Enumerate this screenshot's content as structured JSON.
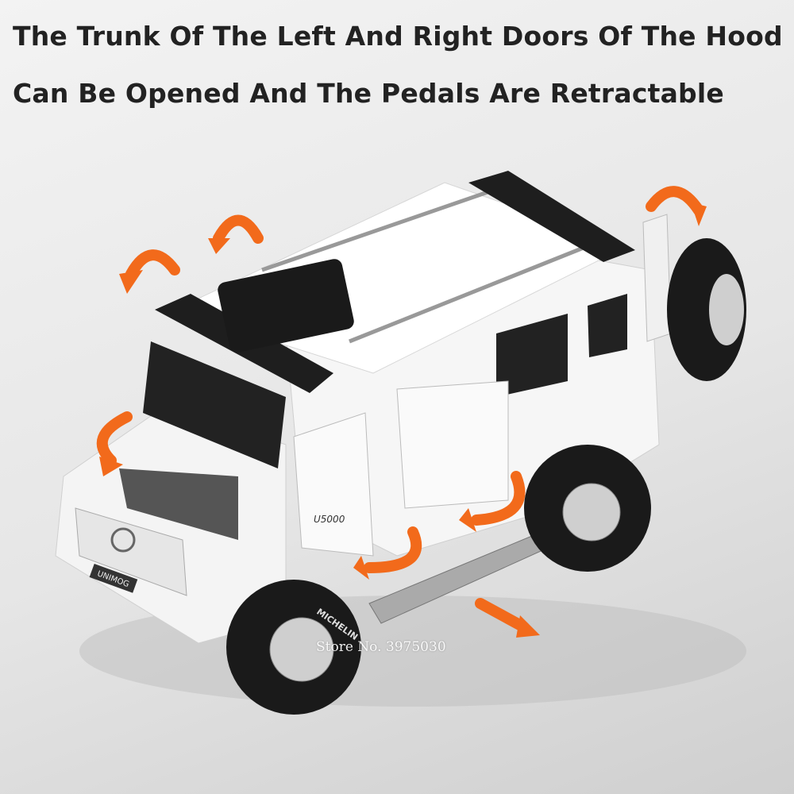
{
  "headline": {
    "line1": "The Trunk Of The Left And Right Doors Of The Hood",
    "line2": "Can Be Opened And The Pedals Are Retractable"
  },
  "watermark": "Store No. 3975030",
  "badges": {
    "plate": "UNIMOG",
    "model": "U5000",
    "tire": "MICHELIN"
  },
  "colors": {
    "arrow": "#f26a1b",
    "body": "#f7f7f7",
    "trim": "#1c1c1c"
  }
}
